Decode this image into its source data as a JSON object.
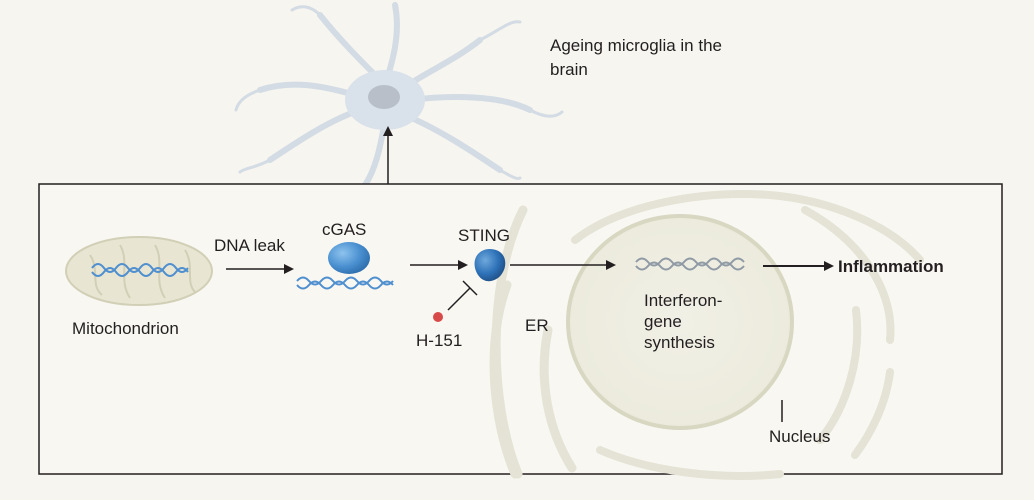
{
  "labels": {
    "microglia": "Ageing microglia in the brain",
    "mitochondrion": "Mitochondrion",
    "dna_leak": "DNA leak",
    "cgas": "cGAS",
    "sting": "STING",
    "h151": "H-151",
    "er": "ER",
    "interferon": "Interferon-gene synthesis",
    "nucleus": "Nucleus",
    "inflammation": "Inflammation"
  },
  "colors": {
    "background": "#f6f5ef",
    "panel_border": "#231f20",
    "protein_blue": "#4a90d0",
    "dna_blue": "#4f8fcf",
    "inhibitor_red": "#d84a4a",
    "membrane": "#e4e3d6"
  }
}
